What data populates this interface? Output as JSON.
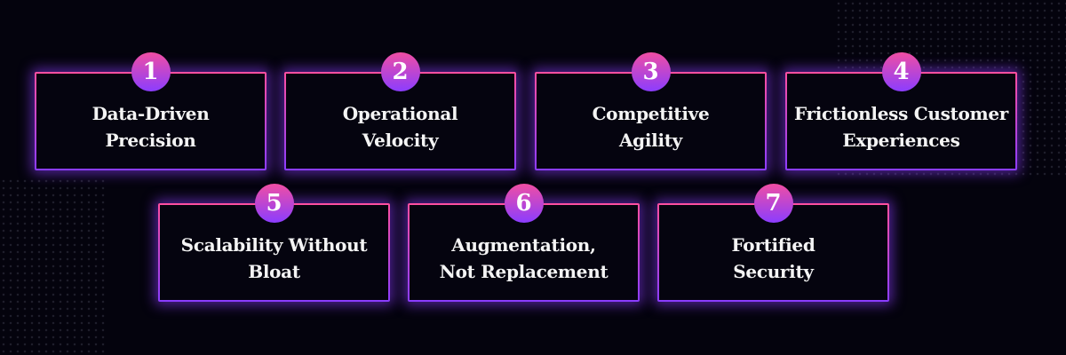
{
  "items": [
    {
      "number": "1",
      "line1": "Data-Driven",
      "line2": "Precision"
    },
    {
      "number": "2",
      "line1": "Operational",
      "line2": "Velocity"
    },
    {
      "number": "3",
      "line1": "Competitive",
      "line2": "Agility"
    },
    {
      "number": "4",
      "line1": "Frictionless Customer",
      "line2": "Experiences"
    },
    {
      "number": "5",
      "line1": "Scalability Without",
      "line2": "Bloat"
    },
    {
      "number": "6",
      "line1": "Augmentation,",
      "line2": "Not Replacement"
    },
    {
      "number": "7",
      "line1": "Fortified",
      "line2": "Security"
    }
  ]
}
